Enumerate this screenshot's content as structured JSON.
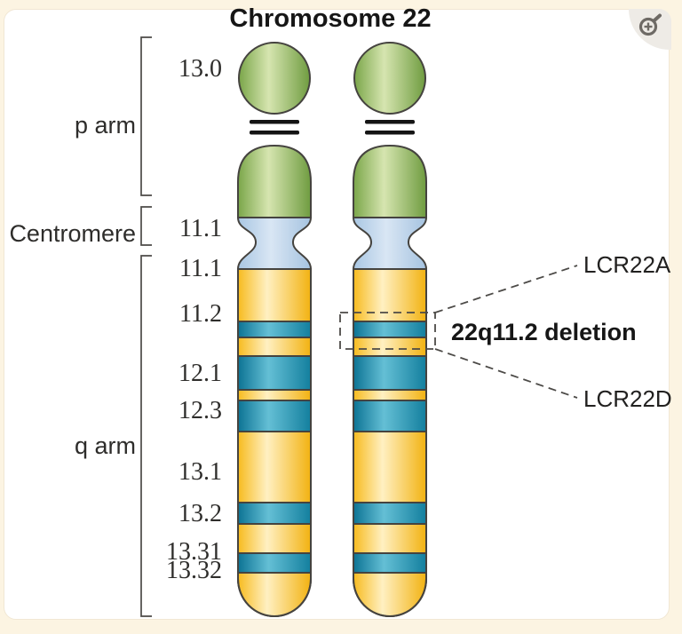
{
  "figure": {
    "title": "Chromosome 22",
    "region_labels": {
      "p_arm": "p arm",
      "centromere": "Centromere",
      "q_arm": "q arm"
    },
    "band_labels": [
      "13.0",
      "11.1",
      "11.1",
      "11.2",
      "12.1",
      "12.3",
      "13.1",
      "13.2",
      "13.31",
      "13.32"
    ],
    "annotations": {
      "lcr_top": "LCR22A",
      "deletion": "22q11.2 deletion",
      "lcr_bottom": "LCR22D"
    },
    "icons": {
      "zoom": "magnifier-plus-icon"
    },
    "colors": {
      "page_background": "#fcf4e2",
      "card_background": "#ffffff",
      "satellite_green": "#79a548",
      "centromere_blue": "#b5cfe9",
      "arm_yellow": "#f8bd25",
      "band_teal": "#1181a0",
      "outline": "#45433f"
    }
  }
}
